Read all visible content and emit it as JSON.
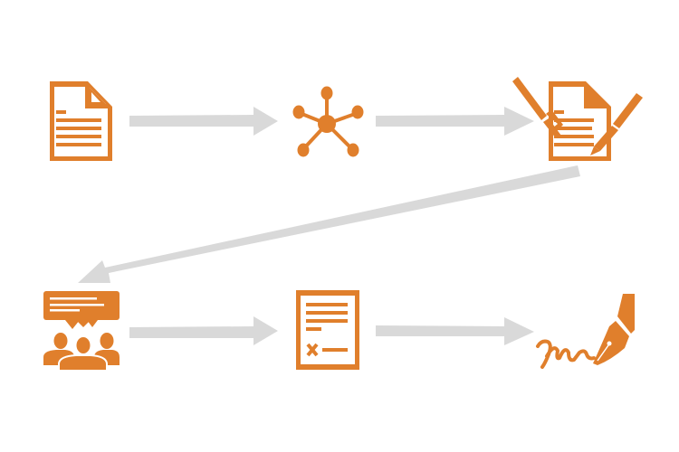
{
  "colors": {
    "accent": "#E07F2C",
    "arrow": "#D9D9D9",
    "background": "#FFFFFF"
  },
  "nodes": [
    {
      "icon": "document-icon"
    },
    {
      "icon": "network-icon"
    },
    {
      "icon": "document-edit-pens-icon"
    },
    {
      "icon": "group-discussion-icon"
    },
    {
      "icon": "contract-icon"
    },
    {
      "icon": "fountain-pen-signature-icon"
    }
  ],
  "edges": [
    [
      0,
      1
    ],
    [
      1,
      2
    ],
    [
      2,
      3
    ],
    [
      3,
      4
    ],
    [
      4,
      5
    ]
  ]
}
